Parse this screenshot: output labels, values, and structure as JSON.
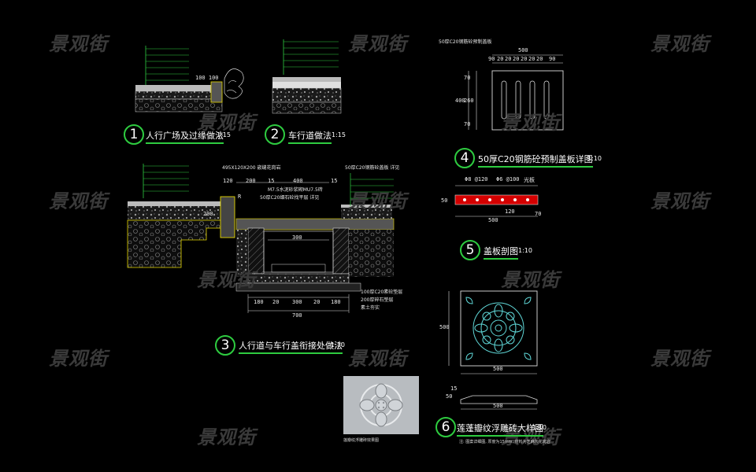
{
  "watermark": "景观街",
  "colors": {
    "background": "#000000",
    "line": "#e0e0e0",
    "accent_green": "#2ecc40",
    "highlight_yellow": "#e6d800",
    "bar_red": "#d40000",
    "pattern_cyan": "#5fd6d6"
  },
  "details": [
    {
      "num": "1",
      "title": "人行广场及过缘做法",
      "scale": "1:15"
    },
    {
      "num": "2",
      "title": "车行道做法",
      "scale": "1:15"
    },
    {
      "num": "3",
      "title": "人行道与车行盖衔接处做法",
      "scale": "1:10"
    },
    {
      "num": "4",
      "title": "50厚C20钢筋砼预制盖板详图",
      "scale": "1:10"
    },
    {
      "num": "5",
      "title": "盖板剖图",
      "scale": "1:10"
    },
    {
      "num": "6",
      "title": "莲蓬瓣纹浮雕砖大样图",
      "scale": "1:10"
    }
  ],
  "detail1": {
    "dim": "100 100"
  },
  "detail3": {
    "top_labels": [
      "495X120X200 嵌缝花岗岩",
      "50厚C20钢筋砼盖板 详见"
    ],
    "dims_top": [
      "120",
      "200",
      "15",
      "400",
      "15",
      "R"
    ],
    "mid_labels": [
      "M7.5水泥砂浆砌MU7.5砖",
      "50厚C20细石砼找平层 详见"
    ],
    "w300": "300",
    "dims_bottom": [
      "180",
      "20",
      "300",
      "20",
      "180"
    ],
    "total": "700",
    "bottom_labels": [
      "100厚C20素砼垫层",
      "200厚碎石垫层",
      "素土夯实"
    ],
    "h200": "200"
  },
  "detail4": {
    "head_label": "50厚C20钢筋砼预制盖板",
    "total_w": "500",
    "sub_dims": [
      "90",
      "20",
      "20",
      "20",
      "20",
      "20",
      "20",
      "90"
    ],
    "height": "400",
    "side_dims": [
      "70",
      "260",
      "70"
    ]
  },
  "detail5": {
    "top_dims": [
      "Φ8 @120",
      "Φ6 @100",
      "光板"
    ],
    "h": "50",
    "w": "500",
    "gap": "120",
    "right": "70"
  },
  "detail6": {
    "h": "500",
    "w": "500",
    "sec_dims": [
      "50",
      "15"
    ],
    "sec_w": "500",
    "note": "注: 图案详细图, 厚度为15mm, 材料为芝麻灰花岗岩"
  },
  "photo_caption": "莲瓣纹浮雕砖效果图"
}
